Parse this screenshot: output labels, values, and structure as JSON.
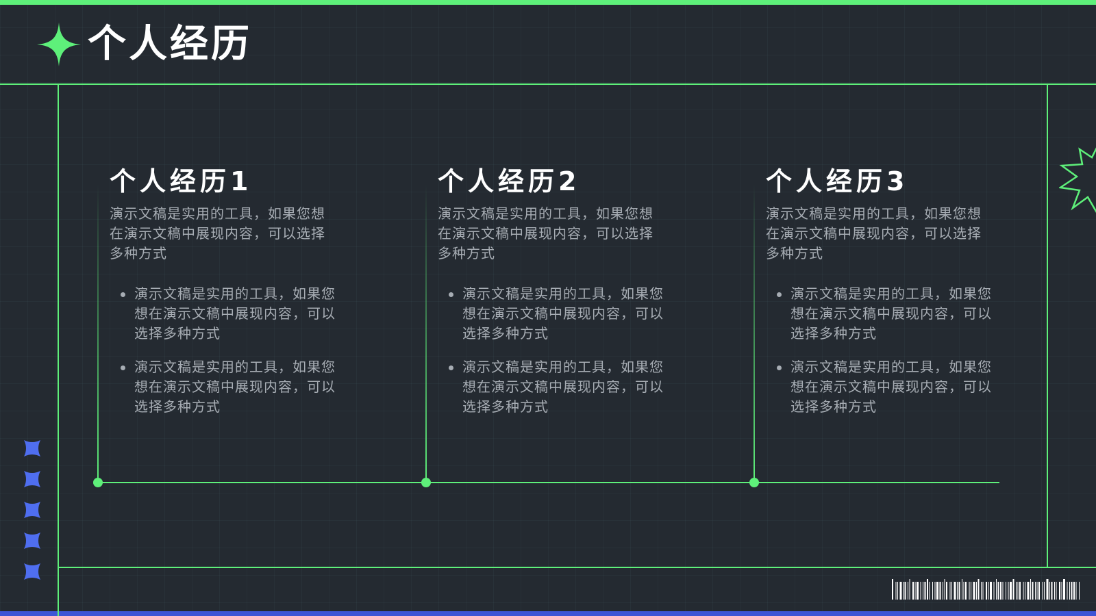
{
  "page": {
    "title": "个人经历",
    "colors": {
      "accent": "#5ef07a",
      "bottom_bar": "#3d55d6",
      "background": "#242a31",
      "text_muted": "#a7adb4",
      "sparkle": "#4f6ef0"
    },
    "icons": {
      "title_star": "four-point-star-icon",
      "burst": "starburst-icon",
      "side_decor": "sparkle-icon",
      "corner": "barcode-icon"
    }
  },
  "columns": [
    {
      "title": "个人经历1",
      "intro": "演示文稿是实用的工具，如果您想在演示文稿中展现内容，可以选择多种方式",
      "bullets": [
        "演示文稿是实用的工具，如果您想在演示文稿中展现内容，可以选择多种方式",
        "演示文稿是实用的工具，如果您想在演示文稿中展现内容，可以选择多种方式"
      ]
    },
    {
      "title": "个人经历2",
      "intro": "演示文稿是实用的工具，如果您想在演示文稿中展现内容，可以选择多种方式",
      "bullets": [
        "演示文稿是实用的工具，如果您想在演示文稿中展现内容，可以选择多种方式",
        "演示文稿是实用的工具，如果您想在演示文稿中展现内容，可以选择多种方式"
      ]
    },
    {
      "title": "个人经历3",
      "intro": "演示文稿是实用的工具，如果您想在演示文稿中展现内容，可以选择多种方式",
      "bullets": [
        "演示文稿是实用的工具，如果您想在演示文稿中展现内容，可以选择多种方式",
        "演示文稿是实用的工具，如果您想在演示文稿中展现内容，可以选择多种方式"
      ]
    }
  ]
}
